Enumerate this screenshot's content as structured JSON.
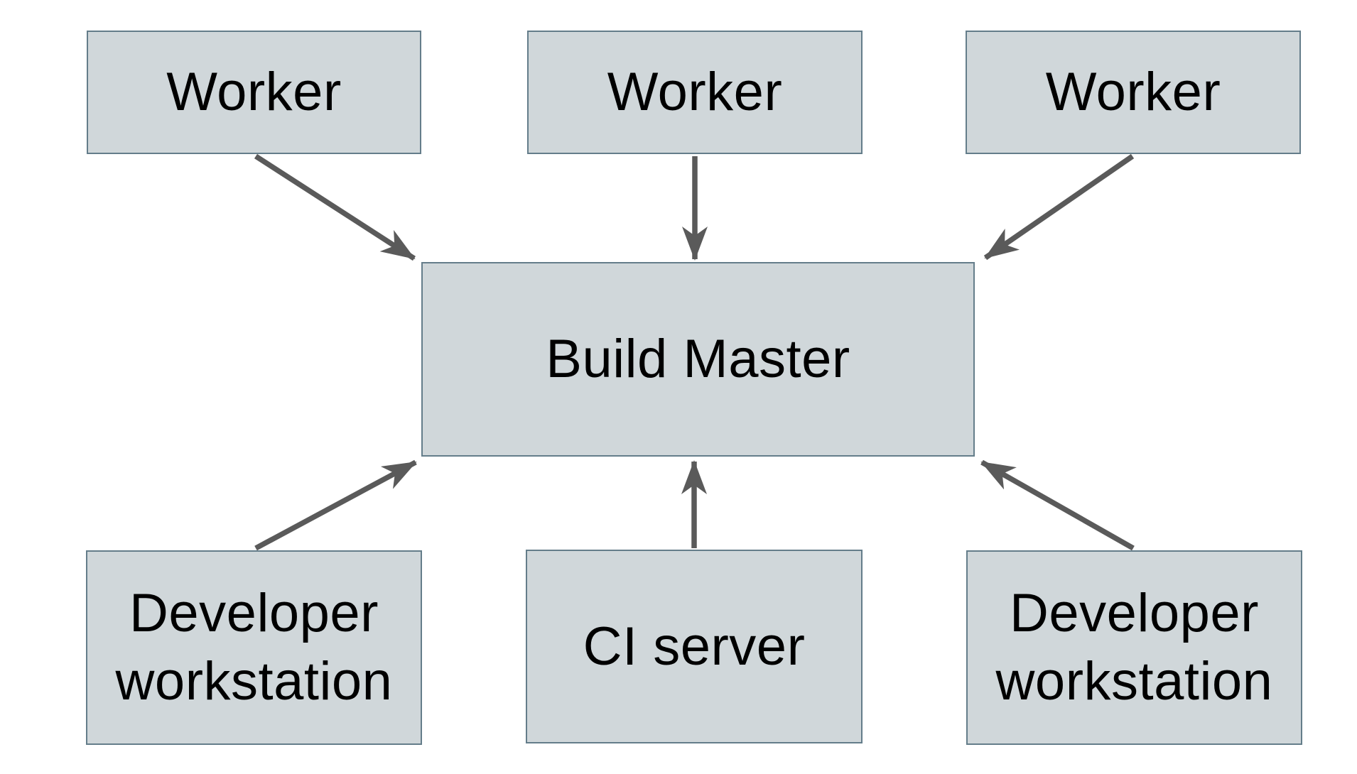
{
  "diagram": {
    "nodes": {
      "worker_left": {
        "label": "Worker"
      },
      "worker_center": {
        "label": "Worker"
      },
      "worker_right": {
        "label": "Worker"
      },
      "build_master": {
        "label": "Build Master"
      },
      "dev_workstation_left": {
        "label": "Developer workstation"
      },
      "ci_server": {
        "label": "CI server"
      },
      "dev_workstation_right": {
        "label": "Developer workstation"
      }
    },
    "edges": [
      {
        "from": "worker_left",
        "to": "build_master"
      },
      {
        "from": "worker_center",
        "to": "build_master"
      },
      {
        "from": "worker_right",
        "to": "build_master"
      },
      {
        "from": "dev_workstation_left",
        "to": "build_master"
      },
      {
        "from": "ci_server",
        "to": "build_master"
      },
      {
        "from": "dev_workstation_right",
        "to": "build_master"
      }
    ],
    "colors": {
      "node_fill": "#d0d7da",
      "node_border": "#647d8a",
      "arrow": "#5a5a5a",
      "text": "#000000",
      "background": "#ffffff"
    }
  }
}
